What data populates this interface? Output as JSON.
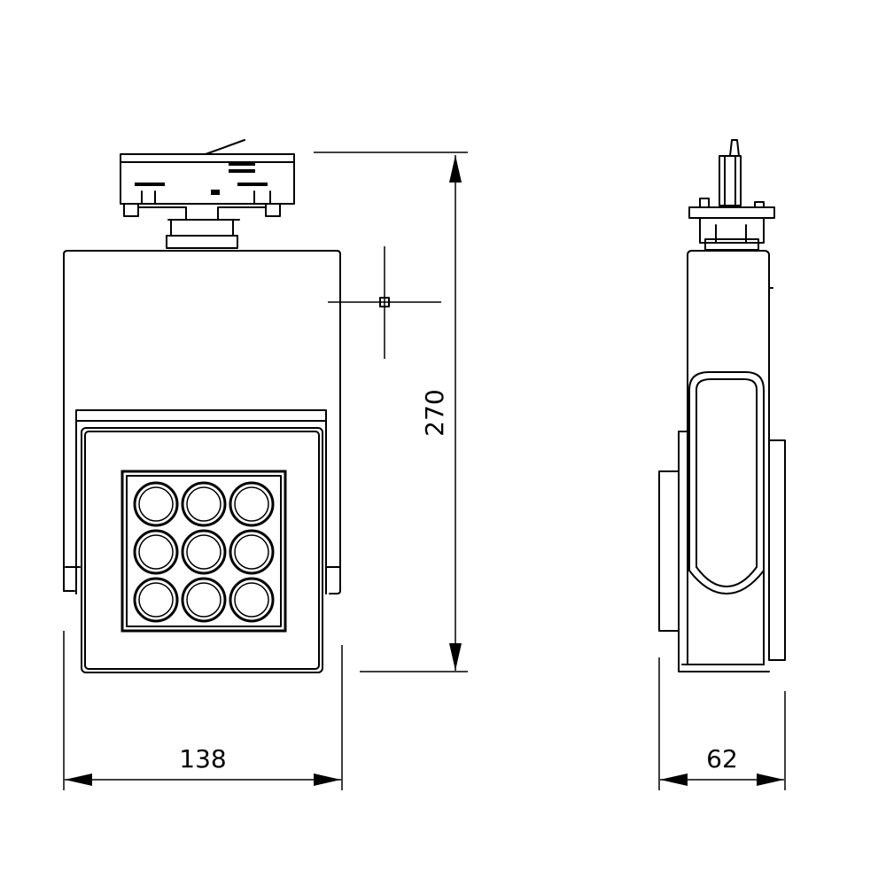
{
  "drawing": {
    "dimensions": {
      "width": "138",
      "height": "270",
      "depth": "62"
    },
    "led_grid": {
      "rows": 3,
      "cols": 3
    }
  }
}
